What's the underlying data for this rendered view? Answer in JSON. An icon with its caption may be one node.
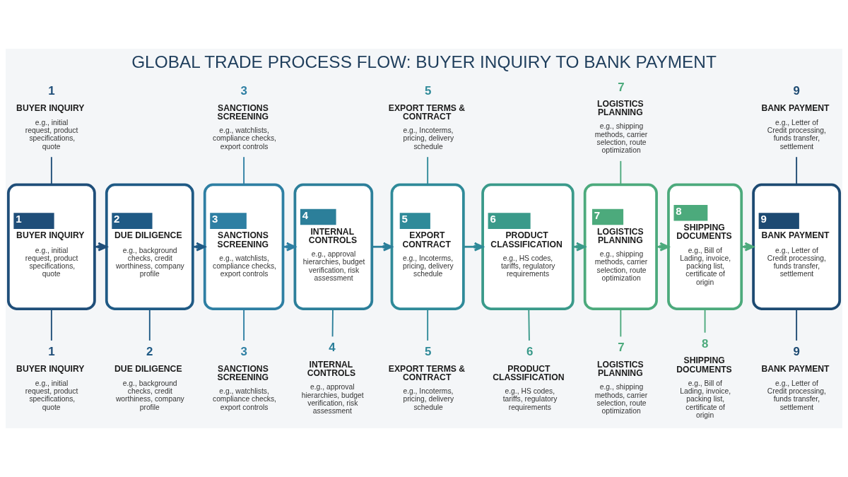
{
  "diagram": {
    "title": "GLOBAL TRADE PROCESS FLOW: BUYER INQUIRY TO BANK PAYMENT",
    "nodes": [
      {
        "text": [
          "1",
          "BUYER INQUIRY",
          "e.g., initial request, product specifications, quote"
        ]
      },
      {
        "text": [
          "3",
          "SANCTIONS SCREENING",
          "e.g., watchlists, compliance checks, export controls"
        ]
      },
      {
        "text": [
          "5",
          "EXPORT TERMS & CONTRACT",
          "e.g., Incoterms, pricing, delivery schedule"
        ]
      },
      {
        "text": [
          "7",
          "LOGISTICS PLANNING",
          "e.g., shipping methods, carrier selection, route optimization"
        ]
      },
      {
        "text": [
          "9",
          "BANK PAYMENT",
          "e.g., Letter of Credit processing, funds transfer, settlement"
        ]
      },
      {
        "text": [
          "1",
          "BUYER INQUIRY",
          "e.g., initial request, product specifications, quote"
        ]
      },
      {
        "text": [
          "2",
          "DUE DILIGENCE",
          "e.g., background checks, credit worthiness, company profile"
        ]
      },
      {
        "text": [
          "3",
          "SANCTIONS SCREENING",
          "e.g., watchlists, compliance checks, export controls"
        ]
      },
      {
        "text": [
          "4",
          "INTERNAL CONTROLS",
          "e.g., approval hierarchies, budget verification, risk assessment"
        ]
      },
      {
        "text": [
          "5",
          "EXPORT CONTRACT",
          "e.g., Incoterms, pricing, delivery schedule"
        ]
      },
      {
        "text": [
          "6",
          "PRODUCT CLASSIFICATION",
          "e.g., HS codes, tariffs, regulatory requirements"
        ]
      },
      {
        "text": [
          "7",
          "LOGISTICS PLANNING",
          "e.g., shipping methods, carrier selection, route optimization"
        ]
      },
      {
        "text": [
          "8",
          "SHIPPING DOCUMENTS",
          "e.g., Bill of Lading, invoice, packing list, certificate of origin"
        ]
      },
      {
        "text": [
          "9",
          "BANK PAYMENT",
          "e.g., Letter of Credit processing, funds transfer, settlement"
        ]
      },
      {
        "text": [
          "1",
          "BUYER INQUIRY",
          "e.g., initial request, product specifications, quote"
        ]
      },
      {
        "text": [
          "2",
          "DUE DILIGENCE",
          "e.g., background checks, credit worthiness, company profile"
        ]
      },
      {
        "text": [
          "3",
          "SANCTIONS SCREENING",
          "e.g., watchlists, compliance checks, export controls"
        ]
      },
      {
        "text": [
          "4",
          "INTERNAL CONTROLS",
          "e.g., approval hierarchies, budget verification, risk assessment"
        ]
      },
      {
        "text": [
          "5",
          "EXPORT TERMS & CONTRACT",
          "e.g., Incoterms, pricing, delivery schedule"
        ]
      },
      {
        "text": [
          "6",
          "PRODUCT CLASSIFICATION",
          "e.g., HS codes, tariffs, regulatory requirements"
        ]
      },
      {
        "text": [
          "7",
          "LOGISTICS PLANNING",
          "e.g., shipping methods, carrier selection, route optimization"
        ]
      },
      {
        "text": [
          "8",
          "SHIPPING DOCUMENTS",
          "e.g., Bill of Lading, invoice, packing list, certificate of origin"
        ]
      },
      {
        "text": [
          "9",
          "BANK PAYMENT",
          "e.g., Letter of Credit processing, funds transfer, settlement"
        ]
      }
    ],
    "edges": [
      {
        "from": 5,
        "to": 6,
        "arrow": "to",
        "color": "#1f4e79"
      },
      {
        "from": 6,
        "to": 7,
        "arrow": "to",
        "color": "#1f5a85"
      },
      {
        "from": 7,
        "to": 8,
        "arrow": "to",
        "color": "#2e7fa3"
      },
      {
        "from": 8,
        "to": 9,
        "arrow": "to",
        "color": "#2c7f9a"
      },
      {
        "from": 9,
        "to": 10,
        "arrow": "to",
        "color": "#2f8a99"
      },
      {
        "from": 10,
        "to": 11,
        "arrow": "to",
        "color": "#3a9a8a"
      },
      {
        "from": 11,
        "to": 12,
        "arrow": "to",
        "color": "#4caa7c"
      },
      {
        "from": 12,
        "to": 13,
        "arrow": "to",
        "color": "#4caa7c"
      },
      {
        "from": 0,
        "to": 5,
        "arrow": "none",
        "color": "#1f4e79"
      },
      {
        "from": 1,
        "to": 7,
        "arrow": "none",
        "color": "#2e7fa3"
      },
      {
        "from": 2,
        "to": 9,
        "arrow": "none",
        "color": "#2f8a99"
      },
      {
        "from": 3,
        "to": 11,
        "arrow": "none",
        "color": "#4caa7c"
      },
      {
        "from": 4,
        "to": 13,
        "arrow": "none",
        "color": "#1d4a72"
      },
      {
        "from": 5,
        "to": 14,
        "arrow": "none",
        "color": "#1f4e79"
      },
      {
        "from": 6,
        "to": 15,
        "arrow": "none",
        "color": "#1f5a85"
      },
      {
        "from": 7,
        "to": 16,
        "arrow": "none",
        "color": "#2e7fa3"
      },
      {
        "from": 8,
        "to": 17,
        "arrow": "none",
        "color": "#2c7f9a"
      },
      {
        "from": 9,
        "to": 18,
        "arrow": "none",
        "color": "#2f8a99"
      },
      {
        "from": 10,
        "to": 19,
        "arrow": "none",
        "color": "#3a9a8a"
      },
      {
        "from": 11,
        "to": 20,
        "arrow": "none",
        "color": "#4caa7c"
      },
      {
        "from": 12,
        "to": 21,
        "arrow": "none",
        "color": "#4caa7c"
      },
      {
        "from": 13,
        "to": 22,
        "arrow": "none",
        "color": "#1d4a72"
      }
    ]
  }
}
